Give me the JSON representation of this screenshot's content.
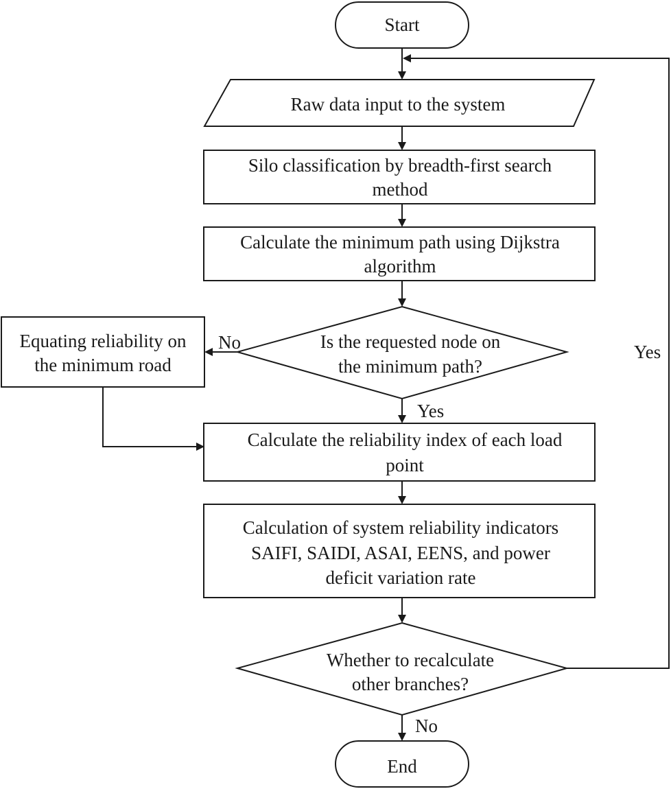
{
  "nodes": {
    "start": {
      "label": "Start"
    },
    "input": {
      "label": "Raw data input to the system"
    },
    "silo": {
      "line1": "Silo classification by breadth-first search",
      "line2": "method"
    },
    "dijkstra": {
      "line1": "Calculate the minimum path using Dijkstra",
      "line2": "algorithm"
    },
    "decision1": {
      "line1": "Is the requested node on",
      "line2": "the minimum path?"
    },
    "equating": {
      "line1": "Equating reliability on",
      "line2": "the minimum road"
    },
    "reliability_index": {
      "line1": "Calculate the reliability index of each load",
      "line2": "point"
    },
    "system_indicators": {
      "line1": "Calculation of system reliability indicators",
      "line2": "SAIFI, SAIDI, ASAI, EENS, and power",
      "line3": "deficit variation rate"
    },
    "decision2": {
      "line1": "Whether to recalculate",
      "line2": "other branches?"
    },
    "end": {
      "label": "End"
    }
  },
  "edge_labels": {
    "decision1_no": "No",
    "decision1_yes": "Yes",
    "decision2_yes": "Yes",
    "decision2_no": "No"
  }
}
